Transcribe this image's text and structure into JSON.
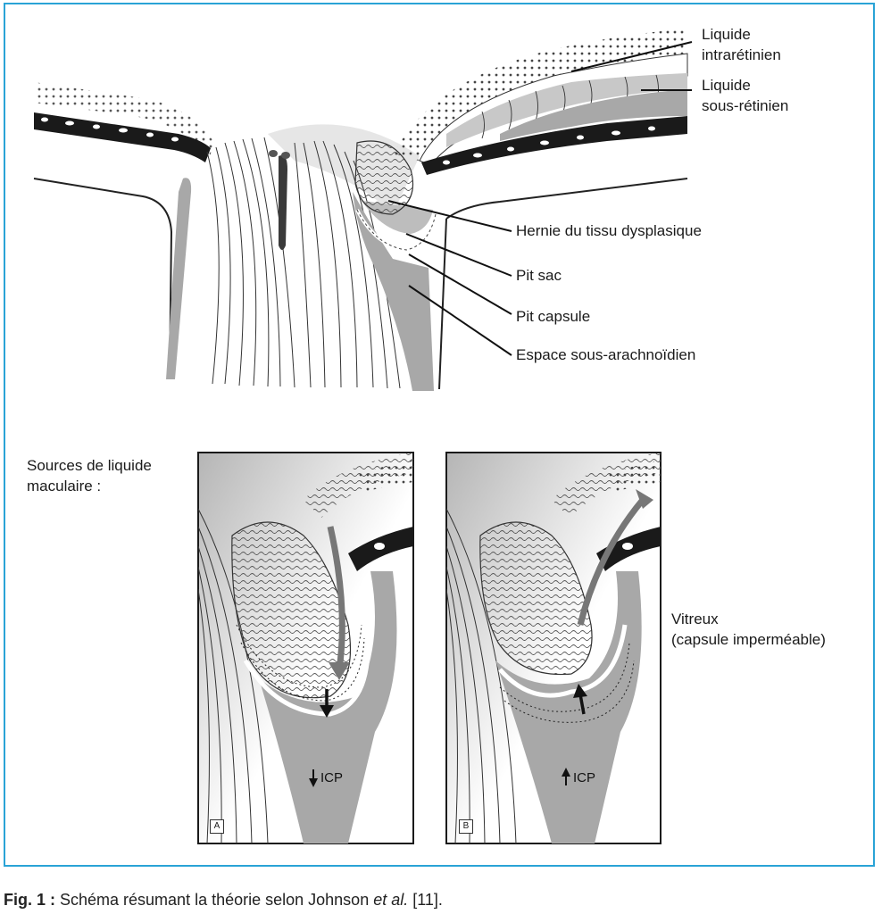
{
  "labels": {
    "intraretinal_fluid": [
      "Liquide",
      "intrarétinien"
    ],
    "subretinal_fluid": [
      "Liquide",
      "sous-rétinien"
    ],
    "dysplastic_herniation": "Hernie du tissu dysplasique",
    "pit_sac": "Pit sac",
    "pit_capsule": "Pit capsule",
    "subarachnoid_space": "Espace sous-arachnoïdien",
    "sources_heading": [
      "Sources de liquide",
      "maculaire :"
    ],
    "vitreous": [
      "Vitreux",
      "(capsule imperméable)"
    ]
  },
  "panels": [
    {
      "tag": "A",
      "icp_label": "ICP",
      "icp_direction": "down"
    },
    {
      "tag": "B",
      "icp_label": "ICP",
      "icp_direction": "up"
    }
  ],
  "caption": {
    "prefix": "Fig. 1 :",
    "text": " Schéma résumant la théorie selon Johnson ",
    "italic": "et al.",
    "ref": " [11]."
  },
  "colors": {
    "frame": "#2aa3d6",
    "gray_fill": "#a8a8a8",
    "dark_layer": "#1a1a1a"
  }
}
